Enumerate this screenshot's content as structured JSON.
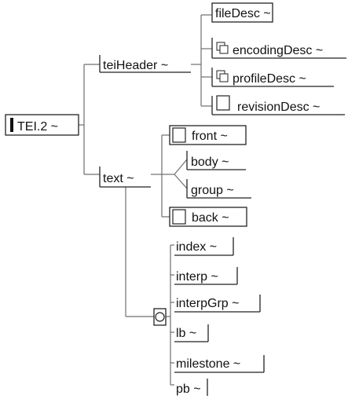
{
  "root": {
    "label": "TEI.2 ~"
  },
  "teiHeader": {
    "label": "teiHeader ~",
    "children": [
      "fileDesc ~",
      "encodingDesc ~",
      "profileDesc ~",
      "revisionDesc ~"
    ]
  },
  "text": {
    "label": "text ~",
    "structure": [
      "front ~",
      "body ~",
      "group ~",
      "back ~"
    ],
    "elements": [
      "index ~",
      "interp ~",
      "interpGrp ~",
      "lb ~",
      "milestone ~",
      "pb ~"
    ]
  }
}
